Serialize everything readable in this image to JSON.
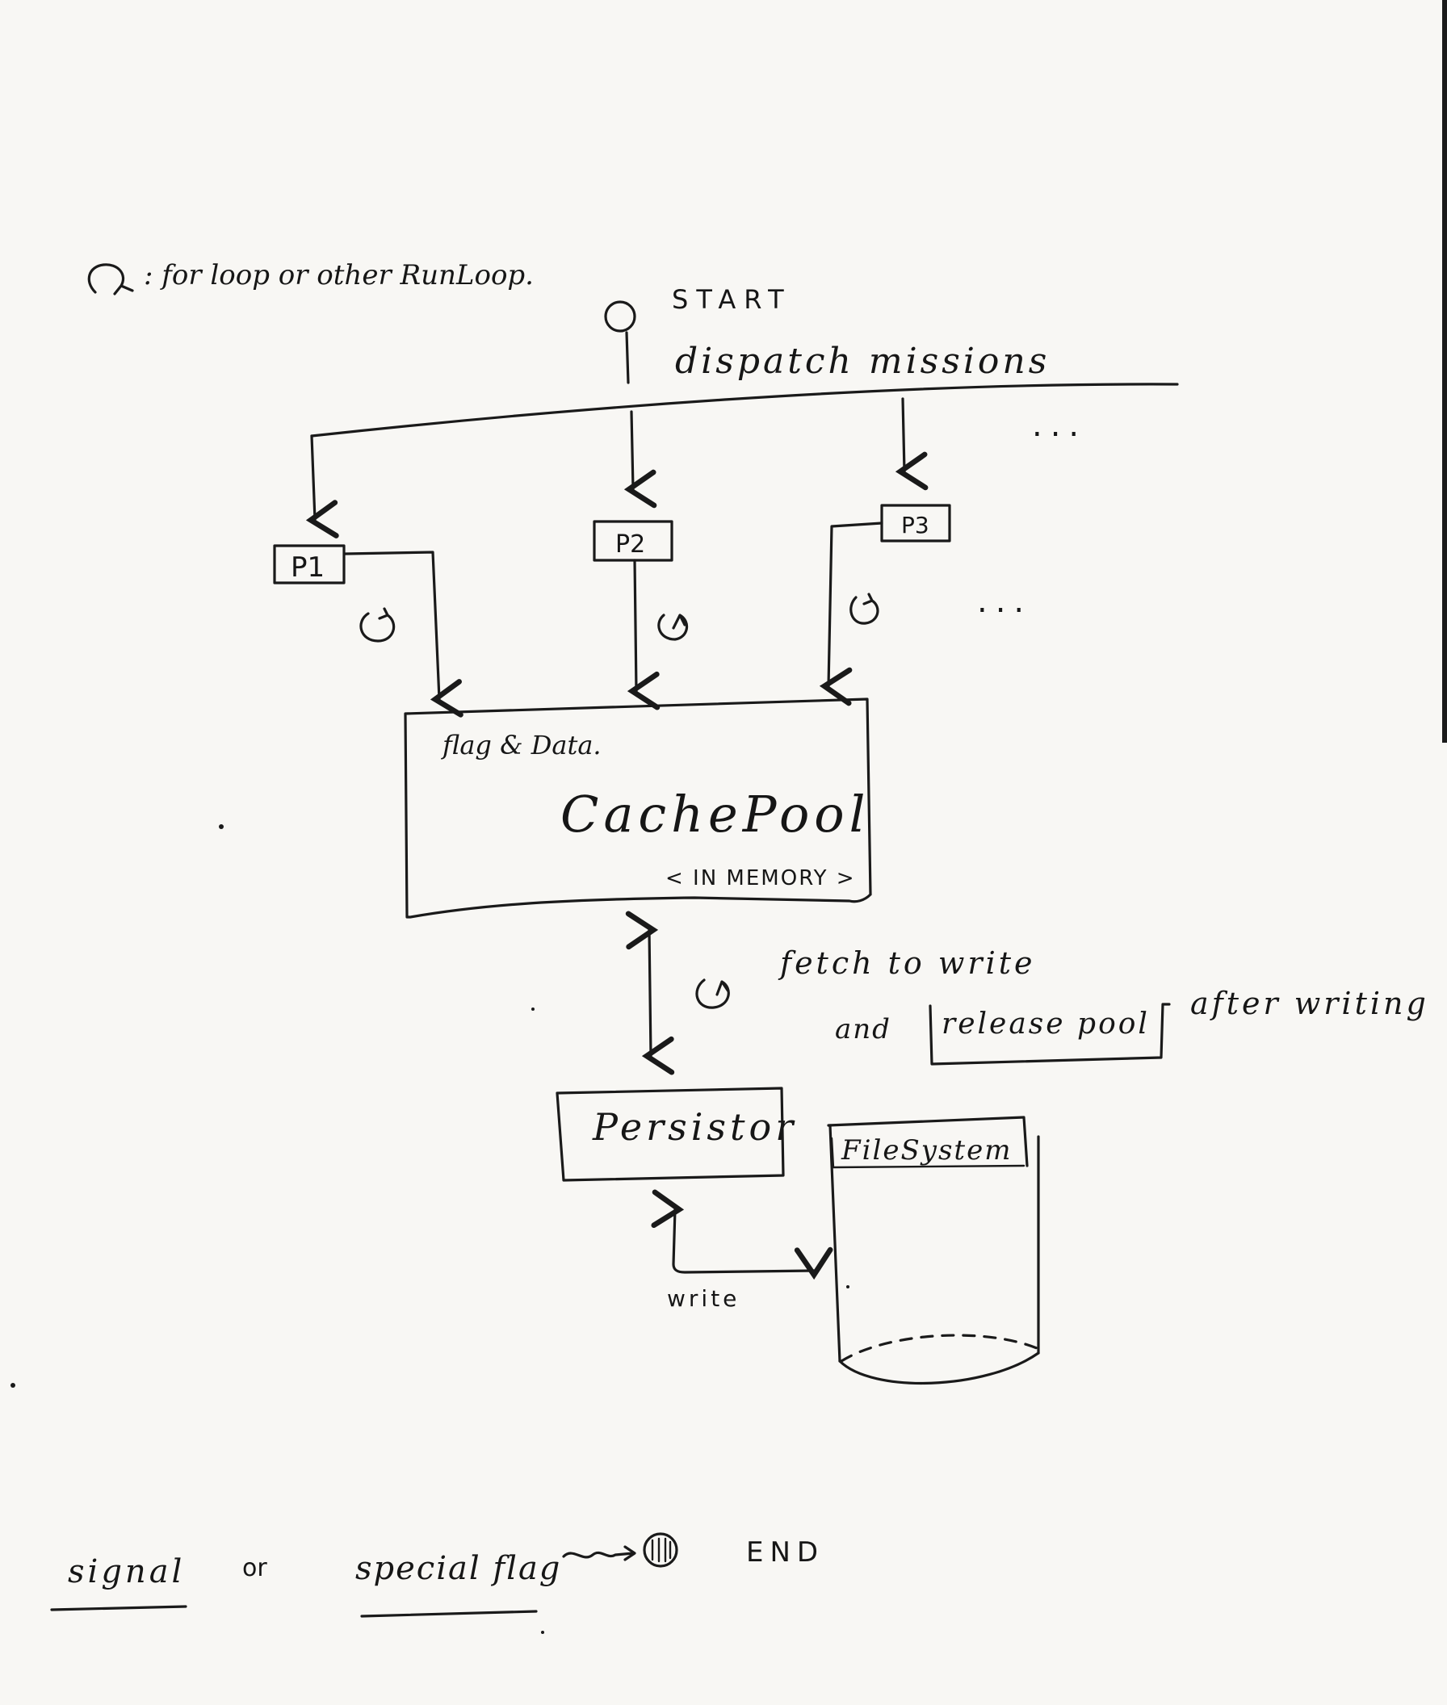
{
  "legend": {
    "loop_symbol_text": ": for loop or other RunLoop."
  },
  "start": {
    "label": "START",
    "dispatch_label": "dispatch missions"
  },
  "processes": [
    {
      "id": "p1",
      "label": "P1"
    },
    {
      "id": "p2",
      "label": "P2"
    },
    {
      "id": "p3",
      "label": "P3"
    }
  ],
  "more_marker": "...",
  "cache_pool": {
    "title": "CachePool",
    "subtitle": "flag & Data.",
    "tag": "< IN MEMORY >"
  },
  "fetch_note": {
    "line1": "fetch to write",
    "line2_prefix": "and",
    "line2_boxed": "release pool",
    "line2_suffix": "after writing"
  },
  "persistor": {
    "label": "Persistor"
  },
  "filesystem": {
    "label": "FileSystem"
  },
  "write_label": "write",
  "end_section": {
    "signal": "signal",
    "or": "or",
    "special_flag": "special flag",
    "end": "END"
  }
}
